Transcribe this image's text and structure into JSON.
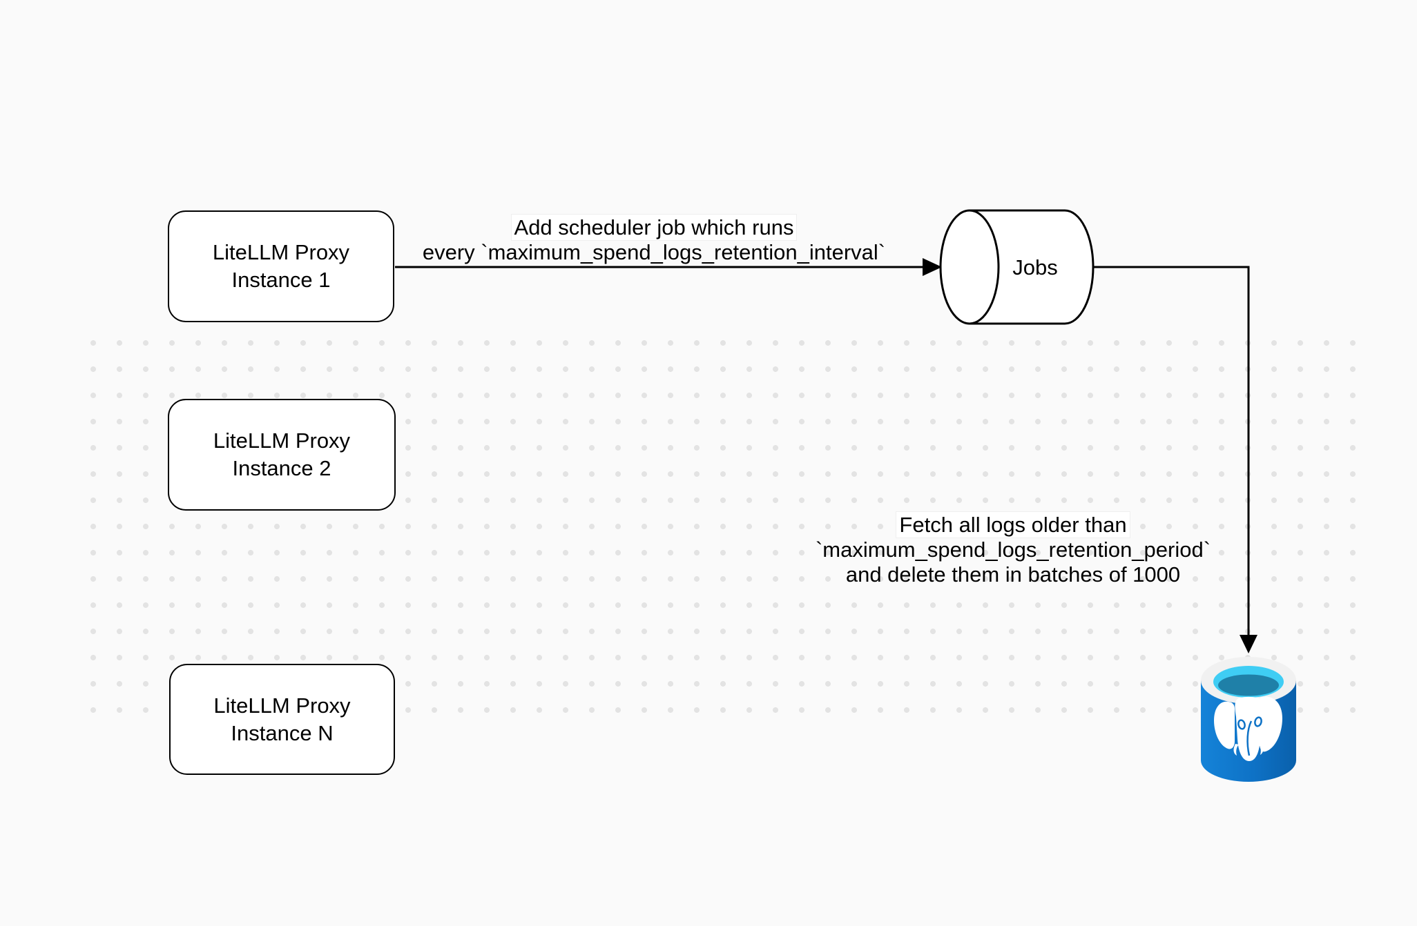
{
  "diagram": {
    "nodes": {
      "instance1": {
        "label": "LiteLLM Proxy\nInstance 1"
      },
      "instance2": {
        "label": "LiteLLM Proxy\nInstance 2"
      },
      "instance_n": {
        "label": "LiteLLM Proxy\nInstance N"
      },
      "jobs_queue": {
        "label": "Jobs"
      },
      "postgres_db": {
        "icon": "postgresql-database-icon"
      }
    },
    "edges": {
      "add_scheduler_job": {
        "lines": [
          "Add scheduler job which runs",
          "every `maximum_spend_logs_retention_interval`"
        ]
      },
      "fetch_and_delete": {
        "lines": [
          "Fetch all logs older than",
          "`maximum_spend_logs_retention_period`",
          "and delete them in batches of 1000"
        ]
      }
    },
    "colors": {
      "background": "#fafafa",
      "grid_dot": "#e3e3e3",
      "stroke": "#000000",
      "node_fill": "#ffffff",
      "postgres_blue": "#0e72c6",
      "postgres_blue_dark": "#0a60ab",
      "postgres_cyan": "#3fcdf4",
      "postgres_teal": "#1f80a8",
      "postgres_ring": "#f1f1f1"
    }
  }
}
